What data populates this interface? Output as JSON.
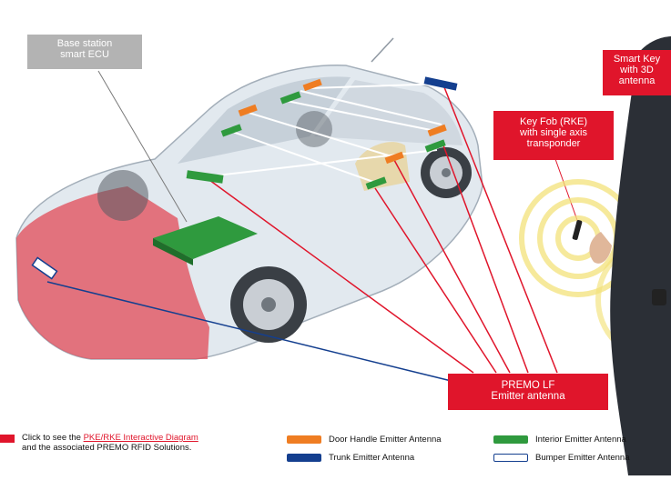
{
  "callouts": {
    "base_station": "Base station\nsmart ECU",
    "key_fob": "Key Fob (RKE)\nwith single axis\ntransponder",
    "smart_key": "Smart Key\nwith 3D\nantenna",
    "premo_lf": "PREMO LF\nEmitter antenna"
  },
  "note": {
    "prefix": "Click to see the ",
    "link": "PKE/RKE Interactive Diagram",
    "suffix": "and the associated PREMO RFID Solutions."
  },
  "legend": [
    {
      "label": "Door Handle Emitter Antenna",
      "color": "#ef7d22",
      "outline": false
    },
    {
      "label": "Trunk Emitter Antenna",
      "color": "#143f8f",
      "outline": false
    },
    {
      "label": "Interior Emitter Antenna",
      "color": "#2f9a3e",
      "outline": false
    },
    {
      "label": "Bumper Emitter Antenna",
      "color": "#ffffff",
      "outline": true,
      "border": "#143f8f"
    }
  ],
  "colors": {
    "red": "#e0152b",
    "gray_callout": "#b3b3b3",
    "green": "#2f9a3e",
    "orange": "#ef7d22",
    "blue": "#143f8f"
  }
}
